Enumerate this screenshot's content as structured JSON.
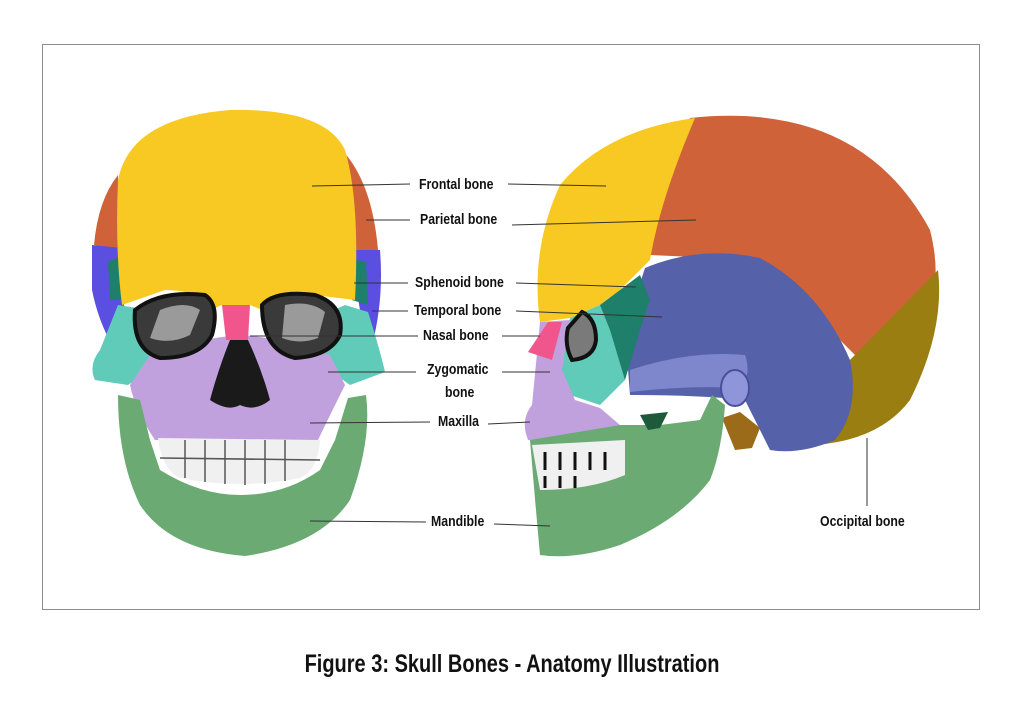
{
  "labels": {
    "frontal": "Frontal bone",
    "parietal": "Parietal bone",
    "sphenoid": "Sphenoid bone",
    "temporal": "Temporal bone",
    "nasal": "Nasal bone",
    "zygomatic_line1": "Zygomatic",
    "zygomatic_line2": "bone",
    "maxilla": "Maxilla",
    "mandible": "Mandible",
    "occipital": "Occipital bone"
  },
  "caption": "Figure 3: Skull Bones - Anatomy Illustration",
  "colors": {
    "frontal": "#F8C922",
    "parietal": "#D0623A",
    "sphenoid": "#5A4FE0",
    "temporal": "#5561A8",
    "temporal_dark": "#1E7F6A",
    "zygomatic": "#5FCBB8",
    "nasal": "#F0568C",
    "maxilla": "#C0A1DE",
    "mandible": "#6BAA73",
    "occipital": "#9A7E12",
    "teeth": "#F0F0F0",
    "cavity": "#3A3A3A"
  }
}
